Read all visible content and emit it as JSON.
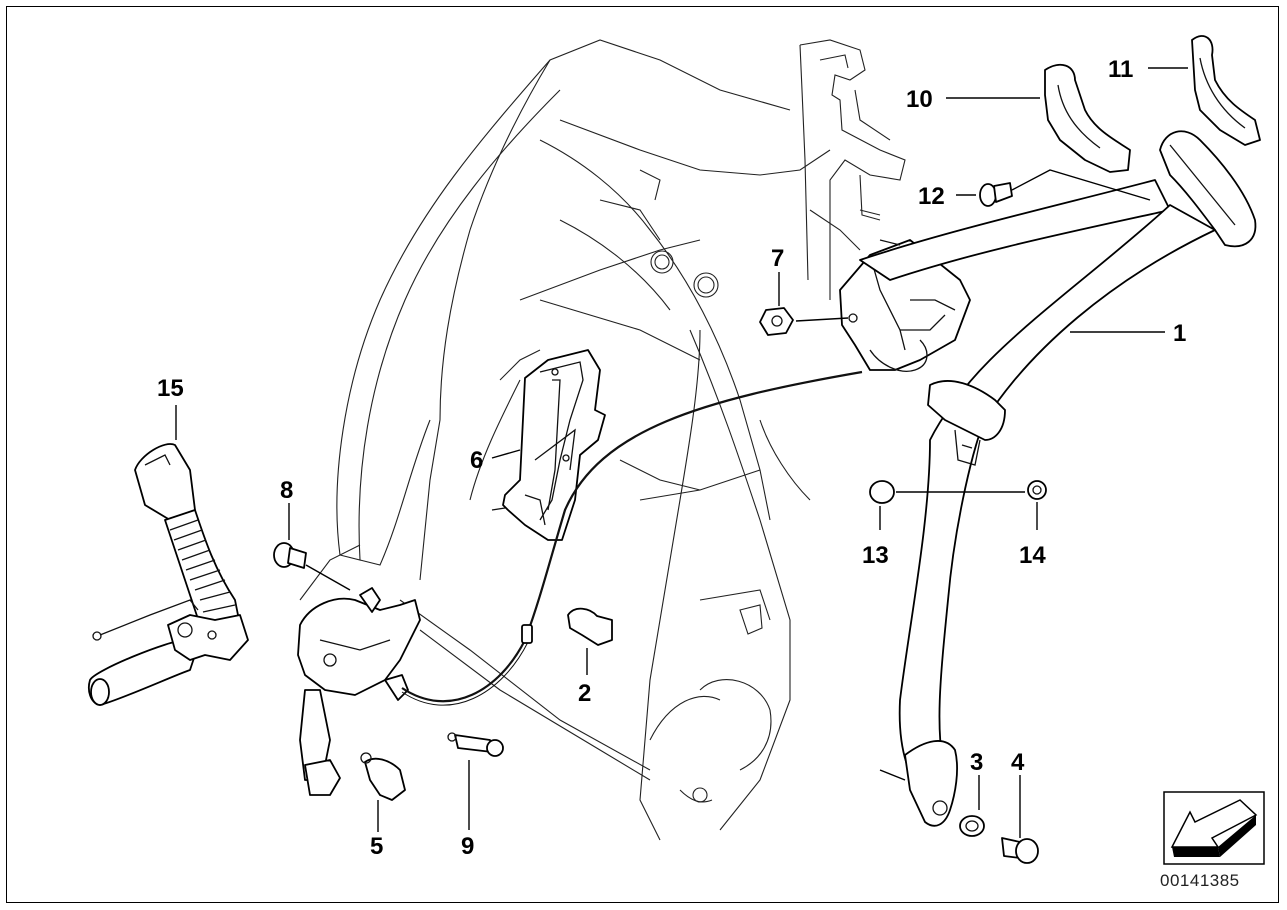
{
  "diagram": {
    "document_id": "00141385",
    "callouts": [
      {
        "id": "callout-1",
        "text": "1"
      },
      {
        "id": "callout-2",
        "text": "2"
      },
      {
        "id": "callout-3",
        "text": "3"
      },
      {
        "id": "callout-4",
        "text": "4"
      },
      {
        "id": "callout-5",
        "text": "5"
      },
      {
        "id": "callout-6",
        "text": "6"
      },
      {
        "id": "callout-7",
        "text": "7"
      },
      {
        "id": "callout-8",
        "text": "8"
      },
      {
        "id": "callout-9",
        "text": "9"
      },
      {
        "id": "callout-10",
        "text": "10"
      },
      {
        "id": "callout-11",
        "text": "11"
      },
      {
        "id": "callout-12",
        "text": "12"
      },
      {
        "id": "callout-13",
        "text": "13"
      },
      {
        "id": "callout-14",
        "text": "14"
      },
      {
        "id": "callout-15",
        "text": "15"
      }
    ],
    "nav_icon": "arrow-down-left-icon"
  }
}
